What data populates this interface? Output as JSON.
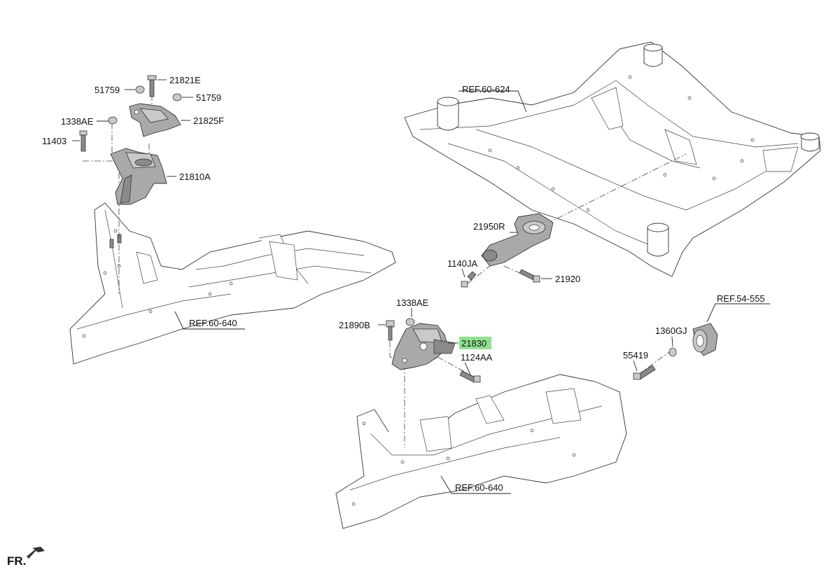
{
  "labels": {
    "part_21821E": "21821E",
    "part_51759_left": "51759",
    "part_51759_right": "51759",
    "part_1338AE_top": "1338AE",
    "part_21825F": "21825F",
    "part_11403": "11403",
    "part_21810A": "21810A",
    "ref_60_640_left": "REF.60-640",
    "ref_60_624": "REF.60-624",
    "part_21950R": "21950R",
    "part_1140JA": "1140JA",
    "part_21920": "21920",
    "part_1338AE_mid": "1338AE",
    "part_21890B": "21890B",
    "part_21830": "21830",
    "part_1124AA": "1124AA",
    "ref_60_640_bottom": "REF.60-640",
    "ref_54_555": "REF.54-555",
    "part_1360GJ": "1360GJ",
    "part_55419": "55419",
    "orientation": "FR."
  },
  "colors": {
    "highlight": "#8fe28f",
    "part_fill": "#a9a9a9",
    "line": "#333333"
  },
  "icons": {
    "orientation_arrow": "front-arrow-icon"
  }
}
